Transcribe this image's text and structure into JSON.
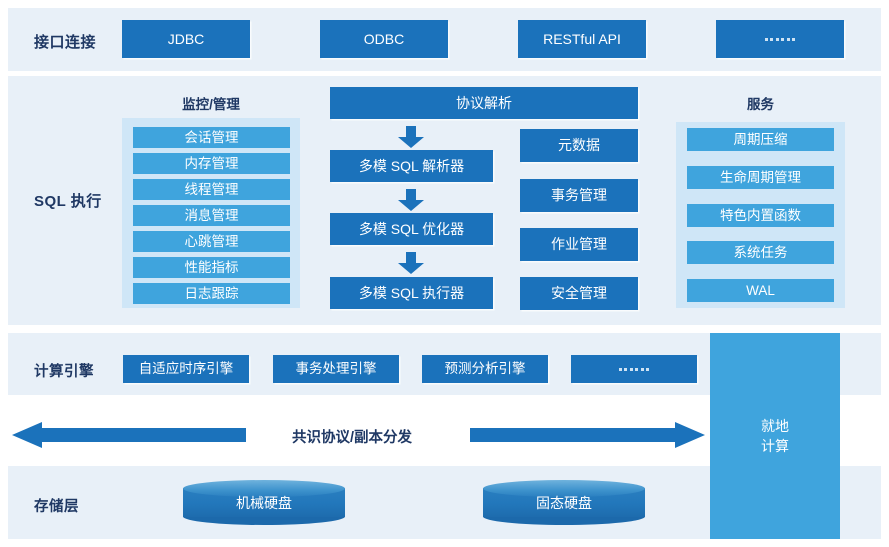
{
  "diagram": {
    "title": "Database Architecture Layers",
    "colors": {
      "band_background": "#e8f0f8",
      "tile_dark": "#1b72bb",
      "tile_light": "#3fa4dd",
      "panel": "#cfe6f7",
      "label_text": "#1f3864",
      "arrow": "#1b72bb"
    }
  },
  "interface_layer": {
    "label": "接口连接",
    "tiles": [
      {
        "label": "JDBC"
      },
      {
        "label": "ODBC"
      },
      {
        "label": "RESTful API"
      },
      {
        "label": "……",
        "is_ellipsis": true
      }
    ]
  },
  "sql_layer": {
    "label": "SQL 执行",
    "monitoring": {
      "title": "监控/管理",
      "items": [
        {
          "label": "会话管理"
        },
        {
          "label": "内存管理"
        },
        {
          "label": "线程管理"
        },
        {
          "label": "消息管理"
        },
        {
          "label": "心跳管理"
        },
        {
          "label": "性能指标"
        },
        {
          "label": "日志跟踪"
        }
      ]
    },
    "pipeline": {
      "header": "协议解析",
      "stages": [
        {
          "label": "多模 SQL 解析器"
        },
        {
          "label": "多模 SQL 优化器"
        },
        {
          "label": "多模 SQL 执行器"
        }
      ]
    },
    "management": [
      {
        "label": "元数据"
      },
      {
        "label": "事务管理"
      },
      {
        "label": "作业管理"
      },
      {
        "label": "安全管理"
      }
    ],
    "services": {
      "title": "服务",
      "items": [
        {
          "label": "周期压缩"
        },
        {
          "label": "生命周期管理"
        },
        {
          "label": "特色内置函数"
        },
        {
          "label": "系统任务"
        },
        {
          "label": "WAL"
        }
      ]
    }
  },
  "engine_layer": {
    "label": "计算引擎",
    "tiles": [
      {
        "label": "自适应时序引擎"
      },
      {
        "label": "事务处理引擎"
      },
      {
        "label": "预测分析引擎"
      },
      {
        "label": "……",
        "is_ellipsis": true
      }
    ]
  },
  "consensus_layer": {
    "label": "共识协议/副本分发",
    "left_arrow_direction": "left",
    "right_arrow_direction": "right"
  },
  "storage_layer": {
    "label": "存储层",
    "disks": [
      {
        "label": "机械硬盘"
      },
      {
        "label": "固态硬盘"
      }
    ]
  },
  "insitu_compute": {
    "label": "就地\n计算",
    "line1": "就地",
    "line2": "计算"
  }
}
